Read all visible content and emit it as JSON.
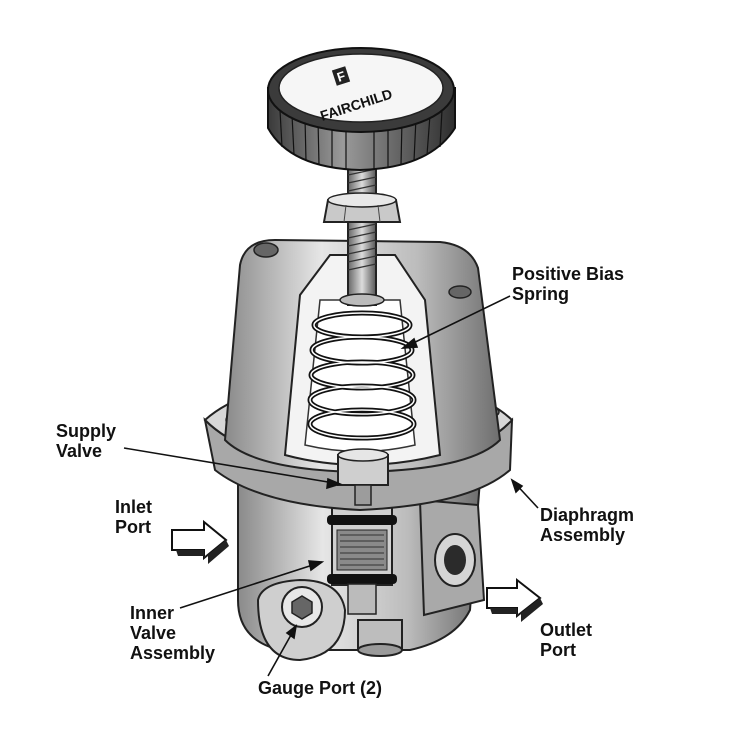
{
  "brand": {
    "logo_text": "FAIRCHILD",
    "logo_mark": "F"
  },
  "labels": {
    "positive_bias_spring": "Positive Bias\nSpring",
    "supply_valve": "Supply\nValve",
    "inlet_port": "Inlet\nPort",
    "diaphragm_assembly": "Diaphragm\nAssembly",
    "inner_valve_assembly": "Inner\nValve\nAssembly",
    "outlet_port": "Outlet\nPort",
    "gauge_port": "Gauge Port (2)"
  },
  "colors": {
    "ink": "#111111",
    "metal_light": "#e4e4e4",
    "metal_mid": "#b9b9b9",
    "metal_dark": "#7c7c7c",
    "shadow": "#4a4a4a"
  }
}
